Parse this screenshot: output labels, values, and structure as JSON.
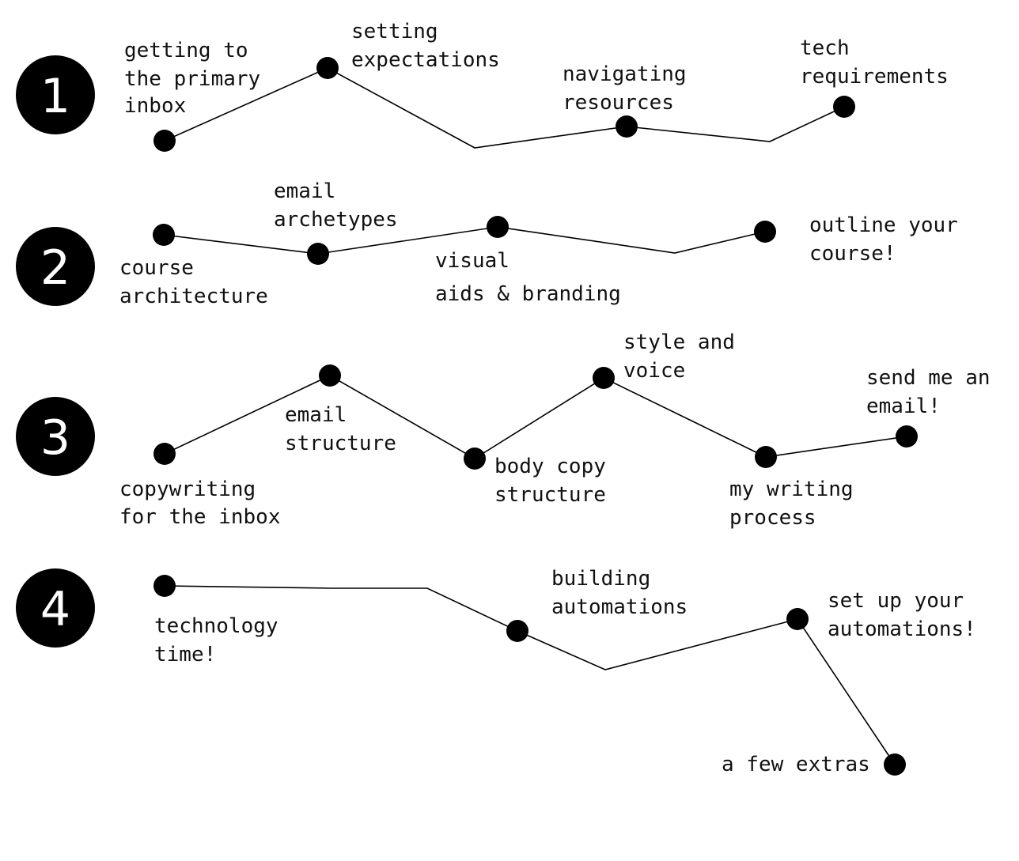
{
  "colors": {
    "ink": "#000000",
    "badge_text": "#ffffff",
    "background": "#ffffff"
  },
  "modules": [
    {
      "number": "1",
      "lessons": [
        [
          "getting to",
          "the primary",
          "inbox"
        ],
        [
          "setting",
          "expectations"
        ],
        [
          "navigating",
          "resources"
        ],
        [
          "tech",
          "requirements"
        ]
      ]
    },
    {
      "number": "2",
      "lessons": [
        [
          "course",
          "architecture"
        ],
        [
          "email",
          "archetypes"
        ],
        [
          "visual",
          "aids & branding"
        ],
        [
          "outline your",
          "course!"
        ]
      ]
    },
    {
      "number": "3",
      "lessons": [
        [
          "copywriting",
          "for the inbox"
        ],
        [
          "email",
          "structure"
        ],
        [
          "body copy",
          "structure"
        ],
        [
          "style and",
          "voice"
        ],
        [
          "my writing",
          "process"
        ],
        [
          "send me an",
          "email!"
        ]
      ]
    },
    {
      "number": "4",
      "lessons": [
        [
          "technology",
          "time!"
        ],
        [
          "building",
          "automations"
        ],
        [
          "set up your",
          "automations!"
        ],
        [
          "a few extras"
        ]
      ]
    }
  ]
}
